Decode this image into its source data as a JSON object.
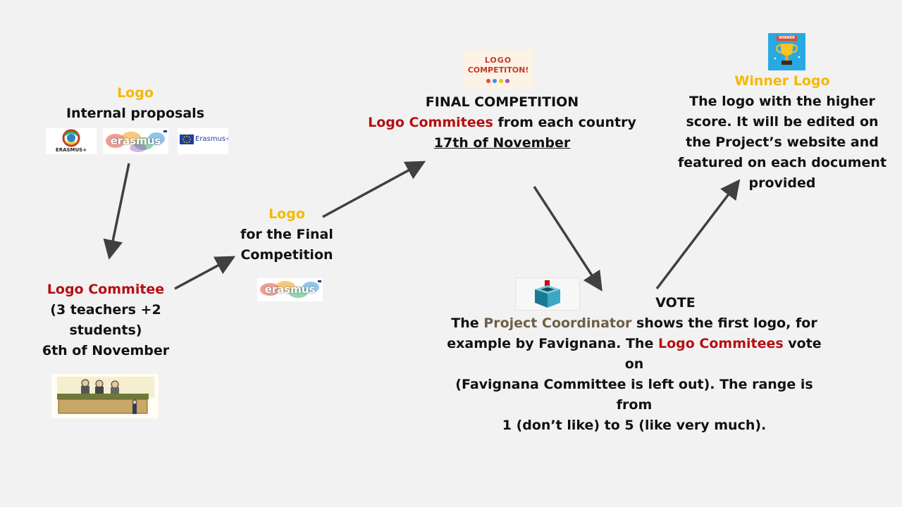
{
  "internal": {
    "title": "Logo",
    "subtitle": "Internal proposals",
    "logo1_text": "ERASMUS+",
    "logo2_text": "erasmus",
    "logo3_text": "Erasmus+"
  },
  "committee": {
    "title": "Logo Commitee",
    "line1": "(3 teachers +2",
    "line2": "students)",
    "date": "6th of November"
  },
  "final_logo": {
    "title": "Logo",
    "line1": "for the Final",
    "line2": "Competition",
    "logo_text": "erasmus"
  },
  "final_competition": {
    "badge_line1": "LOGO",
    "badge_line2": "COMPETITON!",
    "title": "FINAL COMPETITION",
    "line2_red": "Logo Commitees",
    "line2_rest": " from each country",
    "date": "17th of November"
  },
  "vote": {
    "title": "VOTE",
    "l1_a": "The ",
    "l1_b": "Project Coordinator",
    "l1_c": " shows the first logo, for",
    "l2_a": "example by Favignana. The ",
    "l2_b": "Logo Commitees",
    "l2_c": " vote on",
    "l3": "(Favignana Committee is left out). The range is from",
    "l4": "1 (don’t like) to 5 (like very much)."
  },
  "winner": {
    "badge_text": "WINNER",
    "title": "Winner Logo",
    "l1": "The logo with the higher",
    "l2": "score. It will be edited on",
    "l3": "the Project’s website and",
    "l4": "featured on each document",
    "l5": "provided"
  },
  "colors": {
    "background": "#f2f2f2",
    "gold": "#f5b800",
    "red": "#b50f12",
    "olive": "#6e5f45",
    "arrow": "#404040"
  }
}
